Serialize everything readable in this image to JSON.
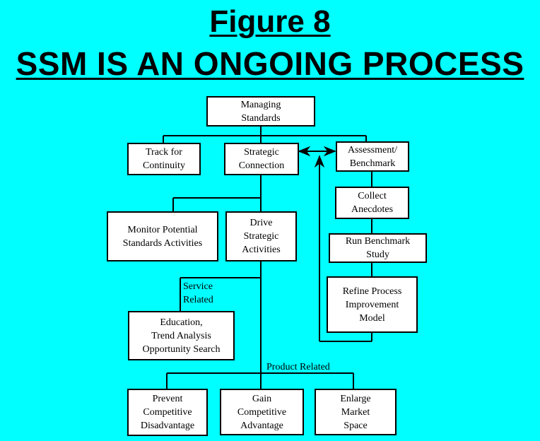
{
  "title": {
    "line1": "Figure 8",
    "line2": "SSM IS AN ONGOING PROCESS"
  },
  "nodes": {
    "managing_standards": "Managing\nStandards",
    "track_for_continuity": "Track for\nContinuity",
    "strategic_connection": "Strategic\nConnection",
    "assessment_benchmark": "Assessment/\nBenchmark",
    "collect_anecdotes": "Collect\nAnecdotes",
    "monitor_potential": "Monitor Potential\nStandards Activities",
    "drive_strategic": "Drive\nStrategic\nActivities",
    "run_benchmark": "Run Benchmark\nStudy",
    "refine_process": "Refine Process\nImprovement\nModel",
    "education": "Education,\nTrend Analysis\nOpportunity Search",
    "prevent": "Prevent\nCompetitive\nDisadvantage",
    "gain": "Gain\nCompetitive\nAdvantage",
    "enlarge": "Enlarge\nMarket\nSpace"
  },
  "labels": {
    "service_related": "Service\nRelated",
    "product_related": "Product Related"
  }
}
